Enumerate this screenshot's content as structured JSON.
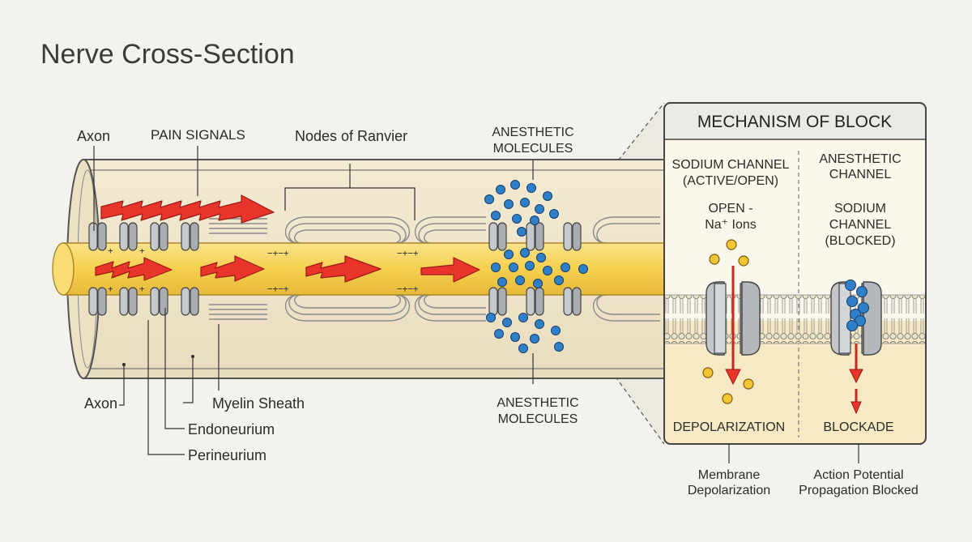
{
  "title": "Nerve Cross-Section",
  "labels": {
    "axon_top": "Axon",
    "pain_signals": "PAIN SIGNALS",
    "nodes_of_ranvier": "Nodes of Ranvier",
    "anesthetic_top_line1": "ANESTHETIC",
    "anesthetic_top_line2": "MOLECULES",
    "axon_bottom": "Axon",
    "myelin_sheath": "Myelin Sheath",
    "endoneurium": "Endoneurium",
    "perineurium": "Perineurium",
    "anesthetic_bottom_line1": "ANESTHETIC",
    "anesthetic_bottom_line2": "MOLECULES",
    "node_charge_top": "−+−+",
    "node_charge_bottom": "−+−+",
    "plus": "+"
  },
  "mechanism": {
    "title": "MECHANISM OF BLOCK",
    "left_heading_line1": "SODIUM CHANNEL",
    "left_heading_line2": "(ACTIVE/OPEN)",
    "left_state_line1": "OPEN -",
    "left_state_line2": "Na⁺ Ions",
    "right_heading_line1": "ANESTHETIC",
    "right_heading_line2": "CHANNEL",
    "right_state_line1": "SODIUM",
    "right_state_line2": "CHANNEL",
    "right_state_line3": "(BLOCKED)",
    "left_result": "DEPOLARIZATION",
    "right_result": "BLOCKADE",
    "left_caption_line1": "Membrane",
    "left_caption_line2": "Depolarization",
    "right_caption_line1": "Action Potential",
    "right_caption_line2": "Propagation Blocked"
  },
  "colors": {
    "background": "#f4f2ec",
    "nerve_outer": "#efe5cb",
    "axon_yellow": "#f7d35a",
    "signal_red": "#e8342a",
    "molecule_blue": "#2f7fc9",
    "ion_yellow": "#f2c531",
    "channel_gray": "#b9bcbf",
    "box_header": "#ebebe6",
    "box_body": "#fbf7ea",
    "box_lower": "#f6e9c3"
  }
}
